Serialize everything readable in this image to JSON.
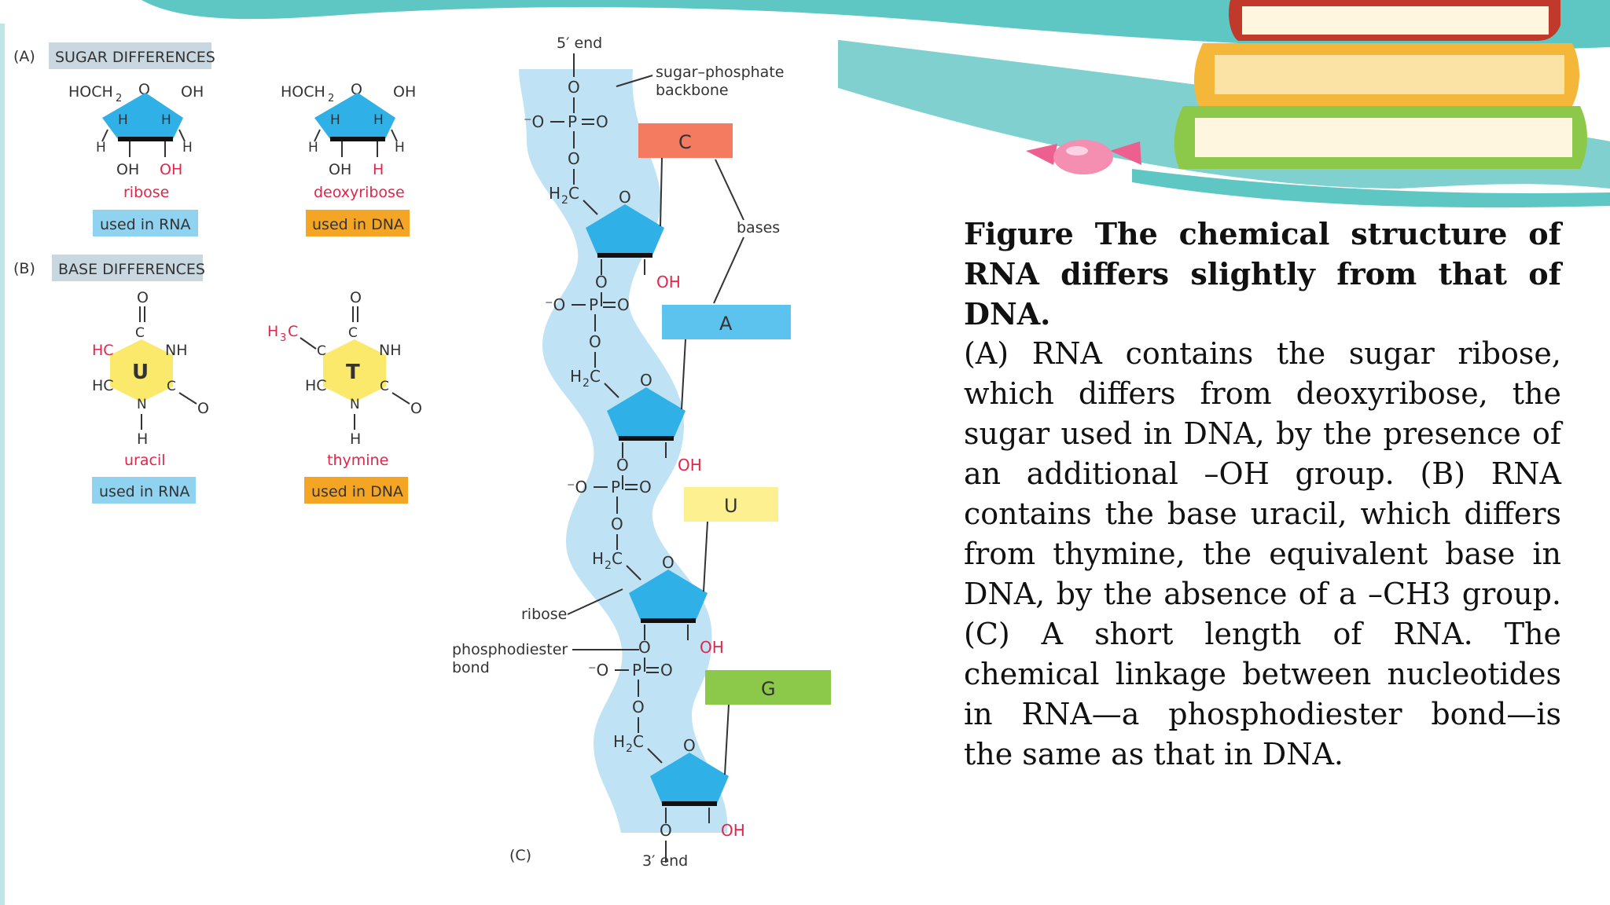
{
  "caption": {
    "title": "Figure The chemical structure of RNA differs slightly from that of DNA.",
    "body": "(A) RNA contains the sugar ribose, which differs from deoxyribose, the sugar used in DNA, by the presence of an additional –OH group. (B) RNA contains the base uracil, which differs from thymine, the equivalent base in DNA, by the absence of a –CH3 group. (C) A short length of RNA. The chemical linkage between nucleotides in RNA—a phosphodiester bond—is the same as that in DNA."
  },
  "panelA": {
    "letter": "(A)",
    "header": "SUGAR DIFFERENCES",
    "ribose": {
      "hoch2": "HOCH",
      "sub2": "2",
      "o": "O",
      "oh": "OH",
      "h": "H",
      "oh2": "OH",
      "oh_red": "OH",
      "name": "ribose",
      "tag": "used in RNA"
    },
    "deoxyribose": {
      "hoch2": "HOCH",
      "sub2": "2",
      "o": "O",
      "oh": "OH",
      "h": "H",
      "oh2": "OH",
      "h_red": "H",
      "name": "deoxyribose",
      "tag": "used in DNA"
    }
  },
  "panelB": {
    "letter": "(B)",
    "header": "BASE DIFFERENCES",
    "uracil": {
      "o": "O",
      "c": "C",
      "hc": "HC",
      "nh": "NH",
      "n": "N",
      "h": "H",
      "letter": "U",
      "name": "uracil",
      "tag": "used in RNA"
    },
    "thymine": {
      "o": "O",
      "c": "C",
      "h3c": "H",
      "sub3": "3",
      "cc": "C",
      "hc": "HC",
      "nh": "NH",
      "n": "N",
      "h": "H",
      "letter": "T",
      "name": "thymine",
      "tag": "used in DNA"
    }
  },
  "panelC": {
    "letter": "(C)",
    "five_end": "5′ end",
    "three_end": "3′ end",
    "backbone": "sugar–phosphate backbone",
    "bases_label": "bases",
    "ribose_label": "ribose",
    "phospho_label": "phosphodiester bond",
    "o": "O",
    "p": "P",
    "minus_o": "⁻O",
    "h2c": "H",
    "sub2": "2",
    "cc": "C",
    "oh": "OH",
    "bases": [
      "C",
      "A",
      "U",
      "G"
    ]
  },
  "colors": {
    "blue_ring": "#2fb0e6",
    "yellow_ring": "#fbe96b",
    "backbone": "#bfe3f5",
    "tag_blue": "#8fd3f1",
    "tag_orange": "#f5a524",
    "header_bg": "#c8d7e0",
    "base_C": "#f47a60",
    "base_A": "#5bc3ee",
    "base_U": "#fcf091",
    "base_G": "#8cc94a",
    "red": "#e0264a",
    "teal": "#5ec7c4"
  }
}
